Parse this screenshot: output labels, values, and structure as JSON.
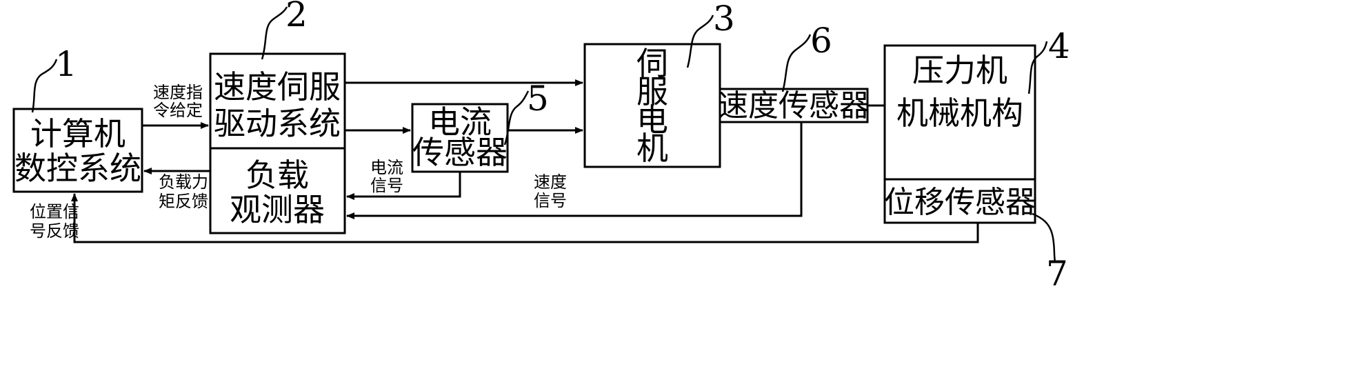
{
  "blocks": {
    "computer": {
      "line1": "计算机",
      "line2": "数控系统"
    },
    "speed_servo_drive": {
      "line1": "速度伺服",
      "line2": "驱动系统"
    },
    "load_observer": {
      "line1": "负载",
      "line2": "观测器"
    },
    "current_sensor": {
      "line1": "电流",
      "line2": "传感器"
    },
    "servo_motor": {
      "line1": "伺",
      "line2": "服",
      "line3": "电",
      "line4": "机"
    },
    "speed_sensor": {
      "label": "速度传感器"
    },
    "press_mechanism": {
      "line1": "压力机",
      "line2": "机械机构"
    },
    "displacement_sensor": {
      "label": "位移传感器"
    }
  },
  "signals": {
    "speed_command": {
      "line1": "速度指",
      "line2": "令给定"
    },
    "load_torque_feedback": {
      "line1": "负载力",
      "line2": "矩反馈"
    },
    "current_signal": {
      "line1": "电流",
      "line2": "信号"
    },
    "speed_signal": {
      "line1": "速度",
      "line2": "信号"
    },
    "position_feedback": {
      "line1": "位置信",
      "line2": "号反馈"
    }
  },
  "callouts": [
    "1",
    "2",
    "3",
    "4",
    "5",
    "6",
    "7"
  ],
  "colors": {
    "stroke": "#000000",
    "background": "#ffffff"
  }
}
